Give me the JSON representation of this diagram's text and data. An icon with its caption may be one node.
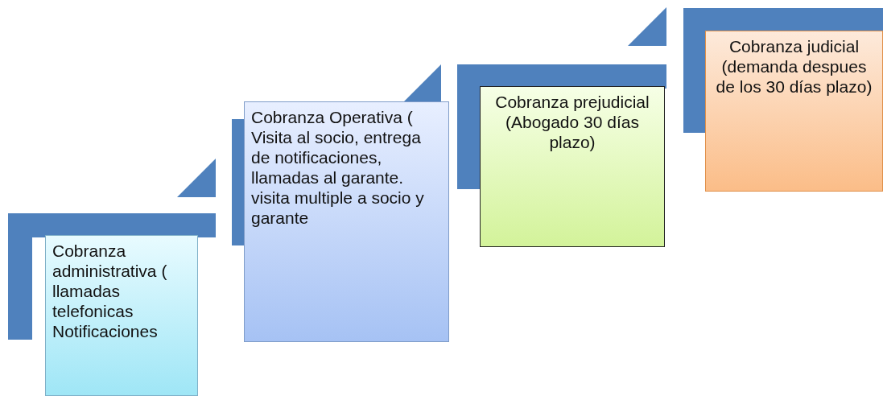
{
  "diagram": {
    "nodes": [
      {
        "text": [
          "Cobranza administrativa ( llamadas telefonicas Notificaciones"
        ]
      },
      {
        "text": [
          "Cobranza Operativa ( Visita al socio, entrega de notificaciones, llamadas al garante. visita multiple a socio y garante"
        ]
      },
      {
        "text": [
          "Cobranza prejudicial (Abogado 30 días plazo)"
        ]
      },
      {
        "text": [
          "Cobranza judicial (demanda despues de los 30 días plazo)"
        ]
      }
    ]
  }
}
